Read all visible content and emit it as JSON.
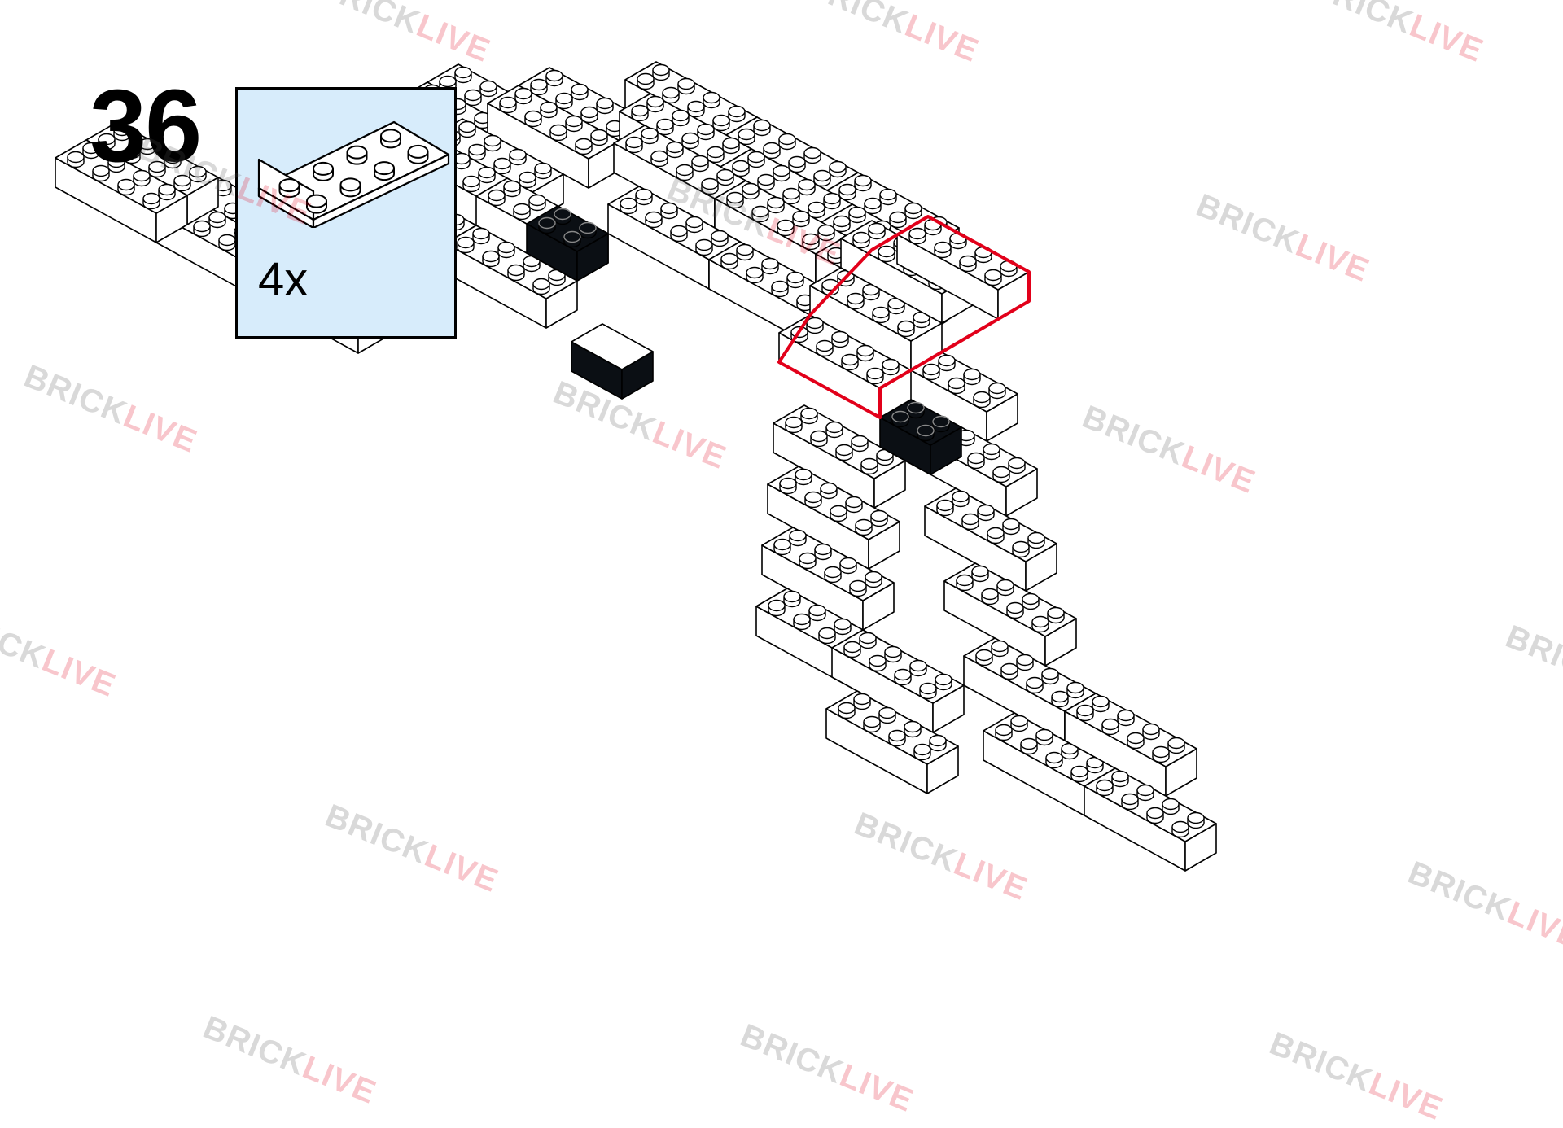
{
  "step": {
    "number": "36"
  },
  "parts_callout": {
    "items": [
      {
        "part_icon": "brick-2x4-icon",
        "quantity_label": "4x"
      }
    ]
  },
  "watermark": {
    "part1": "BRICK",
    "part2": "LIVE"
  },
  "colors": {
    "callout_background": "#d7ecfb",
    "highlight_outline": "#e2001a",
    "brick_white": "#ffffff",
    "brick_black": "#0b0f14",
    "watermark_red": "#e2001a"
  }
}
